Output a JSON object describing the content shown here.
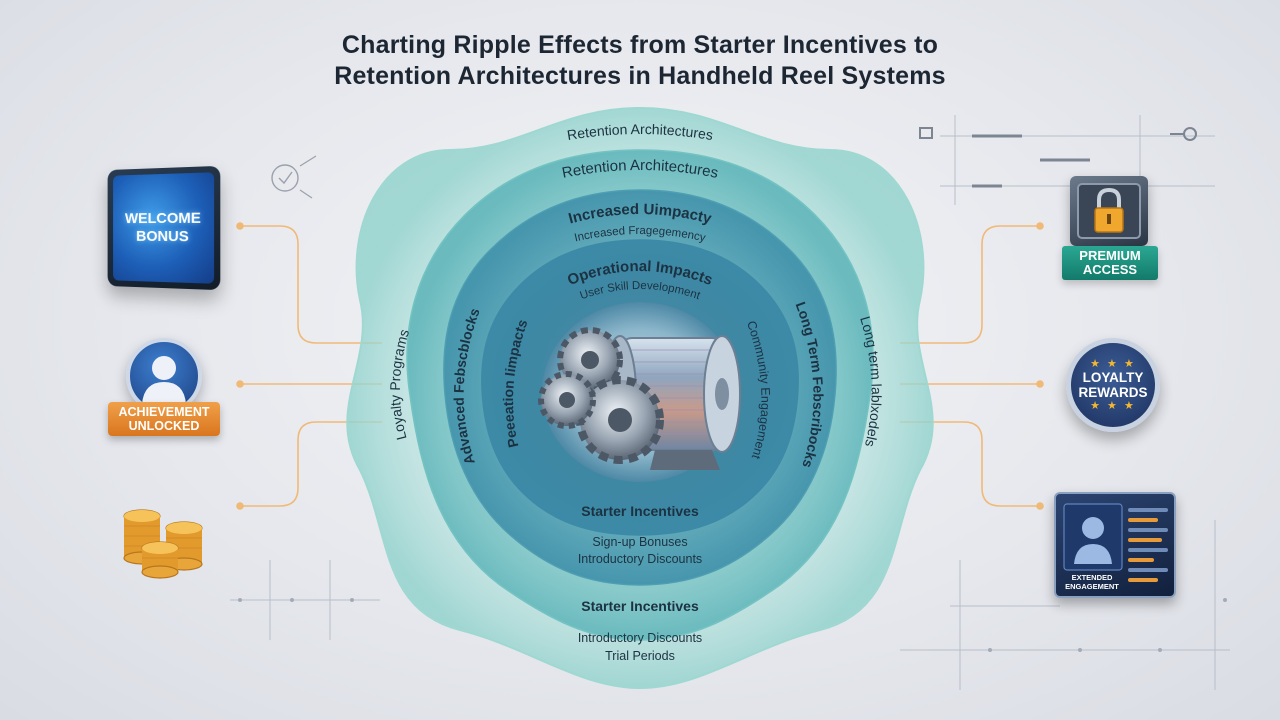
{
  "title": {
    "line1": "Charting Ripple Effects from Starter Incentives to",
    "line2": "Retention Architectures in Handheld Reel Systems"
  },
  "rings": {
    "outer_top": "Retention Architectures",
    "ring2_top": "Retention Architectures",
    "ring3_top": "Increased Uimpacty",
    "ring3_sub": "Increased Fragegemency",
    "ring4_top": "Operational Impacts",
    "ring4_sub": "User Skill Development",
    "left_outer": "Loyalty Programs",
    "left_mid": "Advanced Febscblocks",
    "left_inner": "Peeeation Iimpacts",
    "right_inner": "Community Engagement",
    "right_mid": "Long Term Febscribocks",
    "right_outer": "Long term lablxodels",
    "inner_bottom_title": "Starter Incentives",
    "inner_bottom_1": "Sign-up Bonuses",
    "inner_bottom_2": "Introductory Discounts",
    "outer_bottom_title": "Starter Incentives",
    "outer_bottom_1": "Introductory Discounts",
    "outer_bottom_2": "Trial Periods"
  },
  "widgets": {
    "welcome_line1": "WELCOME",
    "welcome_line2": "BONUS",
    "achievement_line1": "ACHIEVEMENT",
    "achievement_line2": "UNLOCKED",
    "premium_line1": "PREMIUM",
    "premium_line2": "ACCESS",
    "loyalty_line1": "LOYALTY",
    "loyalty_line2": "REWARDS",
    "engagement_line1": "EXTENDED",
    "engagement_line2": "ENGAGEMENT"
  },
  "colors": {
    "ring_outer": "#a9dcd7",
    "ring_mid": "#6fbfc2",
    "ring_inner": "#2f7f9e",
    "connector": "#f2b46a",
    "accent_orange": "#de7f25",
    "accent_teal": "#1f8f7e"
  }
}
